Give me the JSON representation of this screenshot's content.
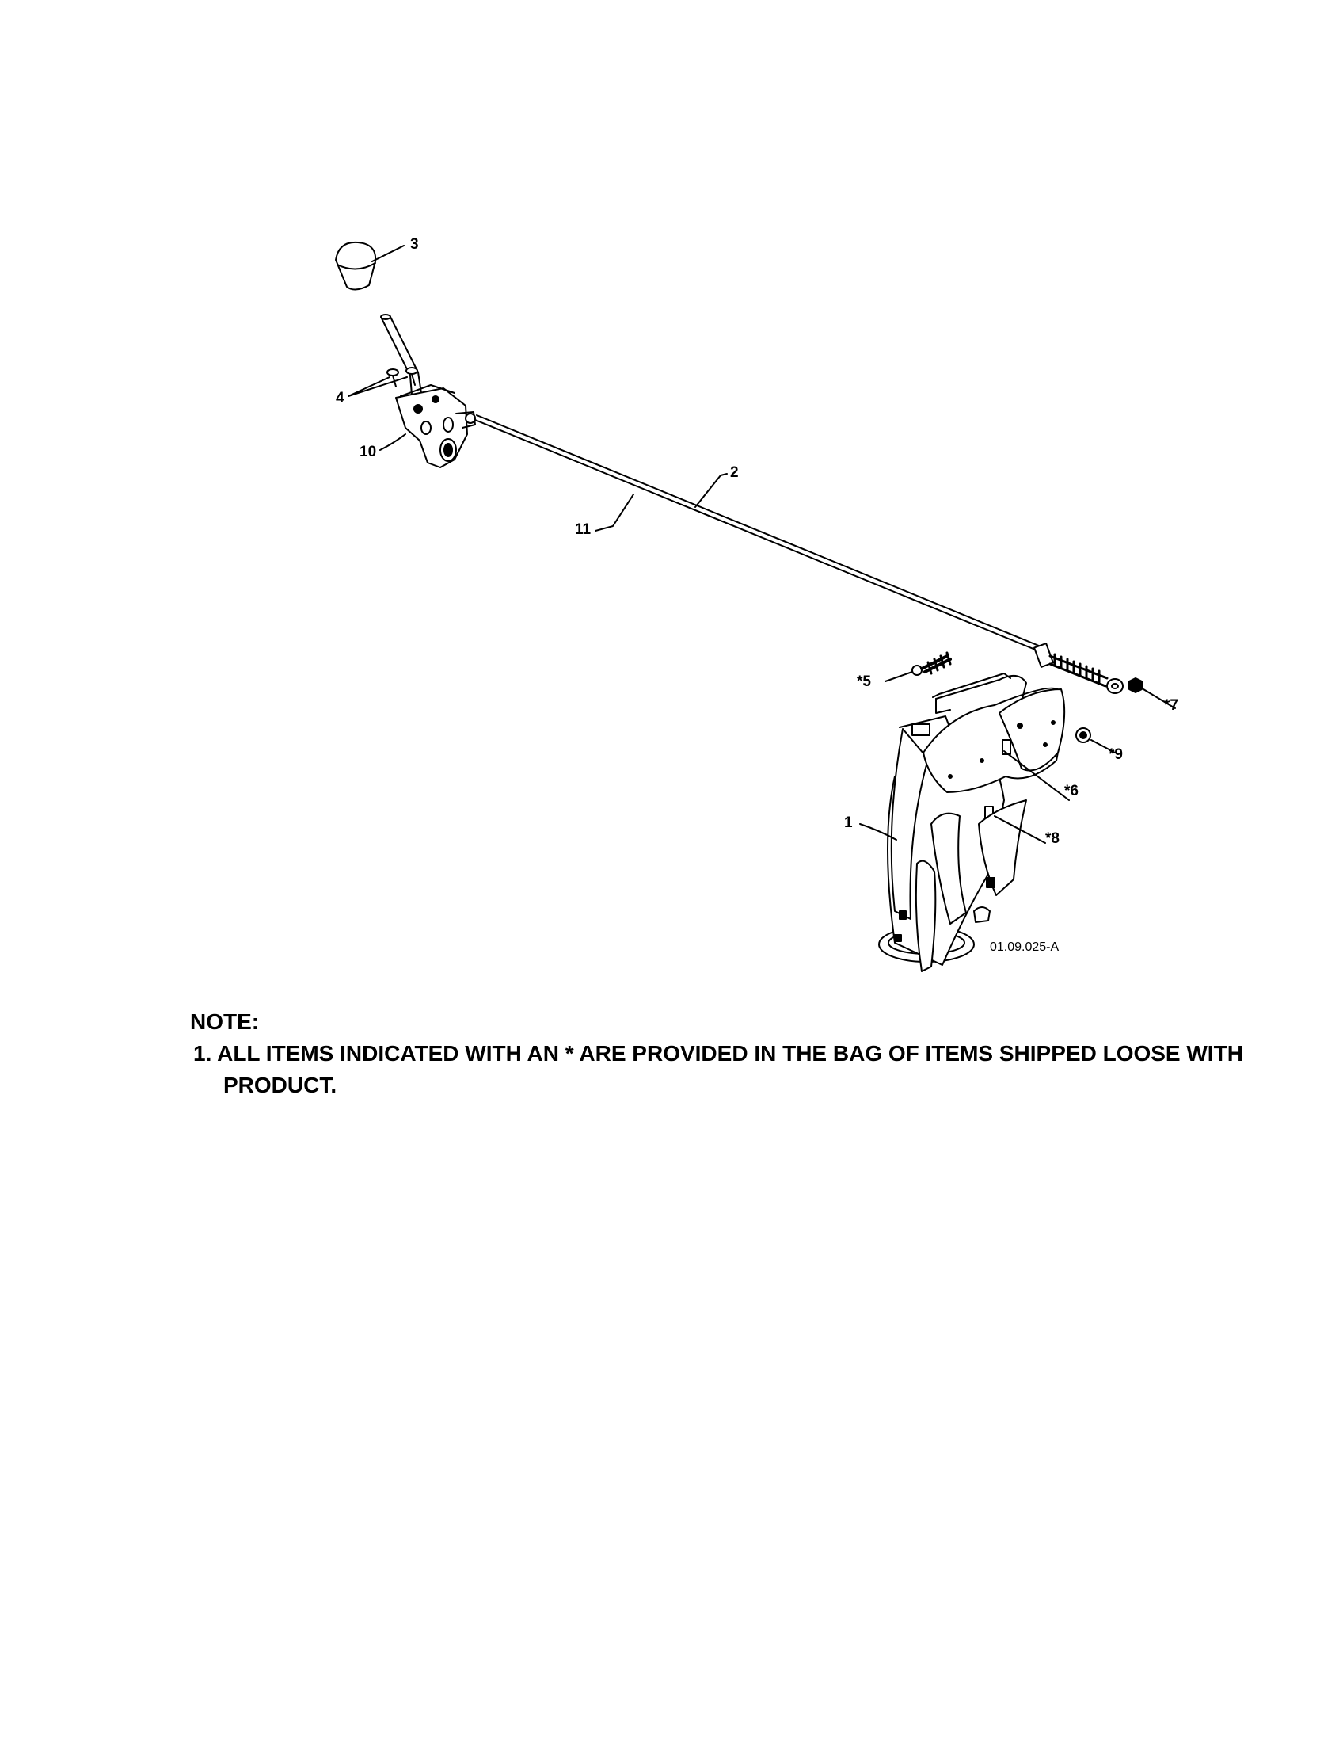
{
  "diagram": {
    "callouts": {
      "c3": "3",
      "c4": "4",
      "c10": "10",
      "c2": "2",
      "c11": "11",
      "c5": "*5",
      "c7": "*7",
      "c9": "*9",
      "c6": "*6",
      "c1": "1",
      "c8": "*8"
    },
    "drawing_ref": "01.09.025-A"
  },
  "notes": {
    "heading": "NOTE:",
    "item1_line1": "1. ALL ITEMS INDICATED WITH AN * ARE PROVIDED IN THE BAG OF ITEMS SHIPPED LOOSE WITH",
    "item1_line2": "PRODUCT."
  }
}
